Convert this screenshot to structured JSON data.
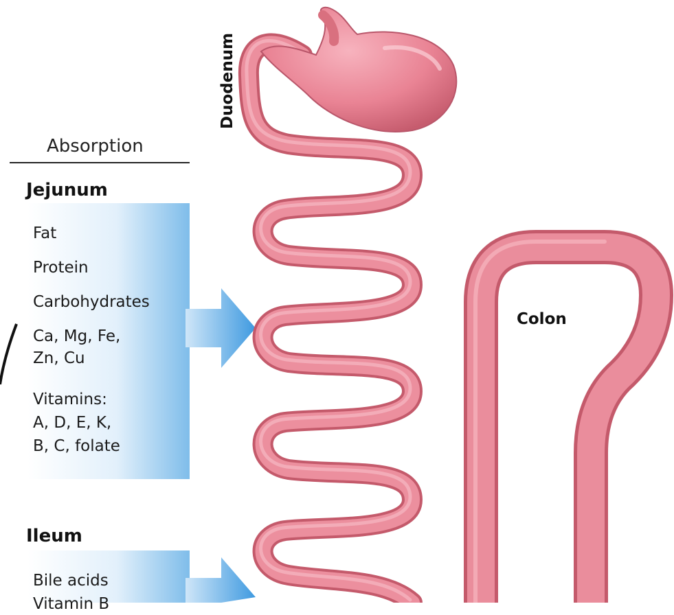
{
  "header": {
    "absorption": "Absorption"
  },
  "jejunum": {
    "title": "Jejunum",
    "items": [
      "Fat",
      "Protein",
      "Carbohydrates",
      "Ca, Mg, Fe,",
      "Zn, Cu",
      "Vitamins:",
      "A, D, E, K,",
      "B, C, folate"
    ]
  },
  "ileum": {
    "title": "Ileum",
    "items": [
      "Bile acids",
      "Vitamin B"
    ]
  },
  "labels": {
    "duodenum": "Duodenum",
    "colon": "Colon"
  },
  "colors": {
    "intestine": "#e97f8f",
    "intestine_dark": "#c45a6b",
    "stomach": "#ec8a9a",
    "arrow": "#5aa9e6",
    "panel": "#d6e9f8"
  }
}
